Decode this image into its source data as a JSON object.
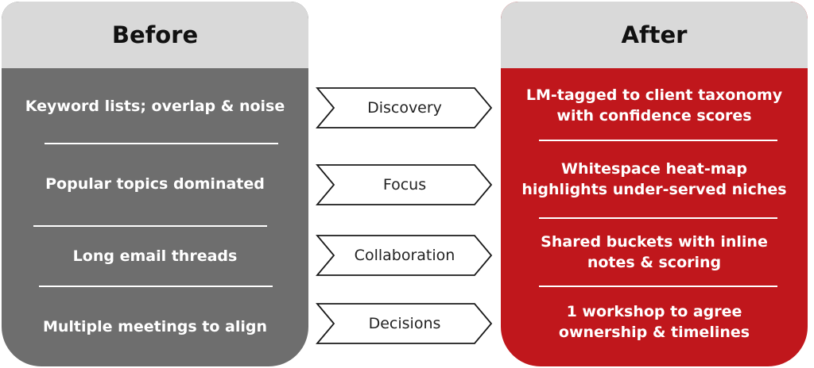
{
  "before": {
    "title": "Before",
    "items": [
      "Keyword lists; overlap & noise",
      "Popular topics dominated",
      "Long email threads",
      "Multiple meetings to align"
    ]
  },
  "after": {
    "title": "After",
    "items": [
      "LM-tagged to client taxonomy with confidence scores",
      "Whitespace heat-map highlights under-served niches",
      "Shared buckets with inline notes & scoring",
      "1 workshop to agree ownership & timelines"
    ]
  },
  "steps": [
    "Discovery",
    "Focus",
    "Collaboration",
    "Decisions"
  ],
  "colors": {
    "before_fill": "#6e6e6e",
    "after_fill": "#c0171c",
    "header_fill": "#d9d9d9"
  }
}
